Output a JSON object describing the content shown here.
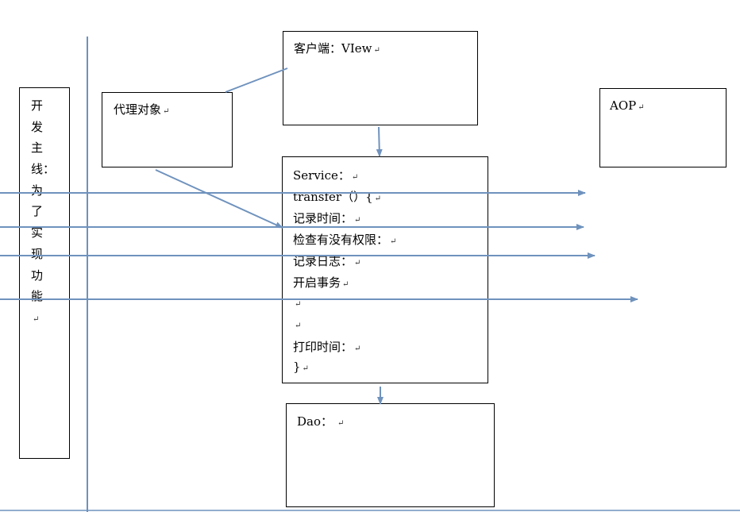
{
  "colors": {
    "line": "#6f92bd",
    "border": "#000000",
    "mark": "#333333"
  },
  "dev_mainline": {
    "chars": [
      "开",
      "发",
      "主",
      "线：",
      "为",
      "了",
      "实",
      "现",
      "功",
      "能"
    ]
  },
  "proxy_box": {
    "label": "代理对象"
  },
  "client_box": {
    "label": "客户端：VIew"
  },
  "aop_box": {
    "label": "AOP"
  },
  "service_box": {
    "lines": [
      "Service：",
      "transfer（）{",
      "记录时间：",
      "检查有没有权限：",
      "记录日志：",
      "开启事务",
      "",
      "",
      "打印时间：",
      "}"
    ]
  },
  "dao_box": {
    "label": "Dao："
  },
  "return_mark": "↵"
}
